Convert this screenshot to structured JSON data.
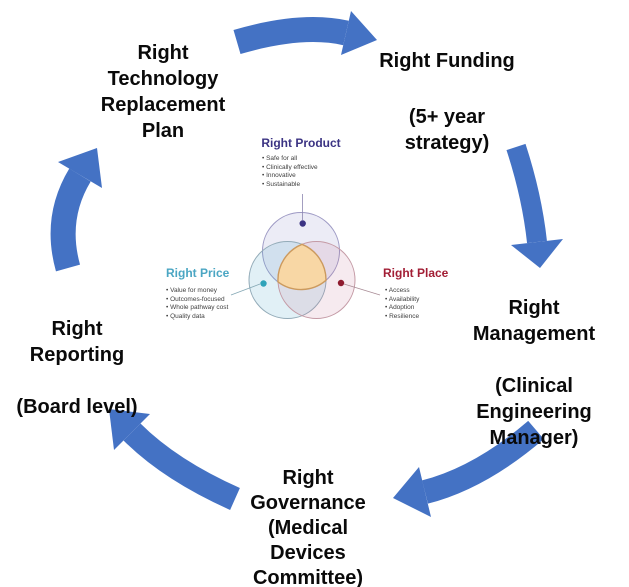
{
  "cycle": {
    "arrow_color": "#4472C4",
    "nodes": {
      "technology": {
        "text": "Right\nTechnology\nReplacement\nPlan"
      },
      "funding": {
        "title": "Right Funding",
        "subtitle": "(5+ year\nstrategy)"
      },
      "management": {
        "title": "Right\nManagement",
        "subtitle": "(Clinical\nEngineering\nManager)"
      },
      "governance": {
        "text": "Right\nGovernance\n(Medical\nDevices\nCommittee)"
      },
      "reporting": {
        "title": "Right\nReporting",
        "subtitle": "(Board level)"
      }
    }
  },
  "venn": {
    "center_fill": "#F8D7A5",
    "center_border": "#CC9A5E",
    "product": {
      "title": "Right Product",
      "title_color": "#3B3383",
      "dot_color": "#3B3383",
      "bullets": [
        "Safe for all",
        "Clinically effective",
        "Innovative",
        "Sustainable"
      ]
    },
    "price": {
      "title": "Right Price",
      "title_color": "#4BA6C3",
      "dot_color": "#2FA3B9",
      "bullets": [
        "Value for money",
        "Outcomes-focused",
        "Whole pathway cost",
        "Quality data"
      ]
    },
    "place": {
      "title": "Right Place",
      "title_color": "#A21E35",
      "dot_color": "#8E1B2F",
      "bullets": [
        "Access",
        "Availability",
        "Adoption",
        "Resilience"
      ]
    }
  }
}
